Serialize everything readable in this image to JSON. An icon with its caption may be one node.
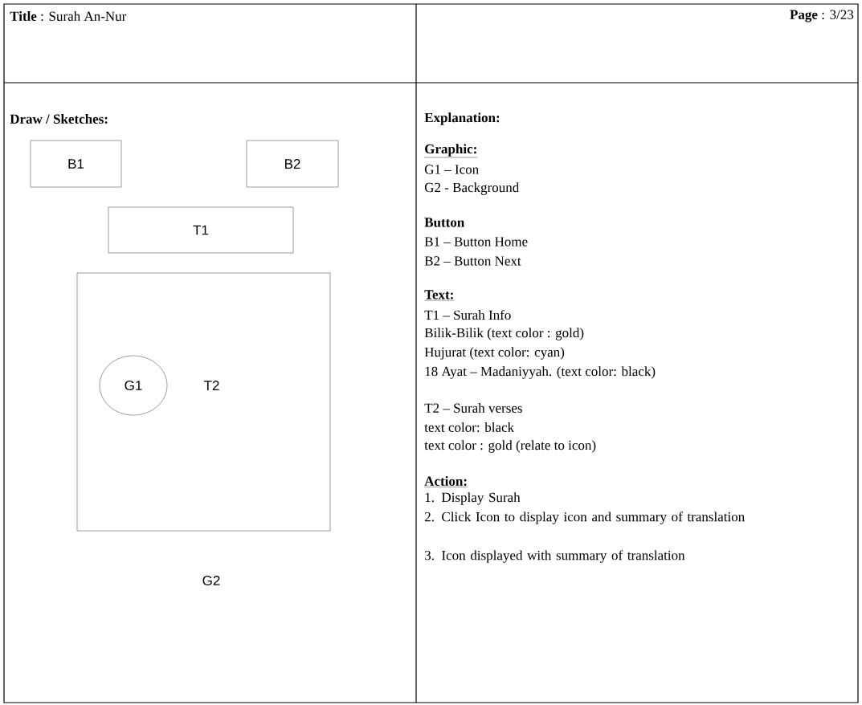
{
  "diagram": {
    "nodes": [
      {
        "text": [
          "B1"
        ]
      },
      {
        "text": [
          "B2"
        ]
      },
      {
        "text": [
          "T1"
        ]
      },
      {
        "text": [
          "T2"
        ]
      },
      {
        "text": [
          "G1"
        ],
        "in": 3
      }
    ],
    "labels": [
      "**Title** : Surah An-Nur",
      "**Page** : 3/23",
      "Draw / Sketches:",
      "G2",
      "Explanation:",
      "Graphic:",
      "G1 – Icon",
      "G2 - Background",
      "Button",
      "B1 – Button Home",
      "B2 – Button Next",
      "Text:",
      "T1 – Surah Info",
      "Bilik-Bilik (text color : gold)",
      "Hujurat (text color: cyan)",
      "18 Ayat – Madaniyyah. (text color: black)",
      "T2 – Surah verses",
      "text color: black",
      "text color : gold (relate to icon)",
      "Action:",
      "1.  Display Surah",
      "2.  Click Icon to display icon and summary of translation",
      "3.  Icon displayed with summary of translation"
    ]
  }
}
